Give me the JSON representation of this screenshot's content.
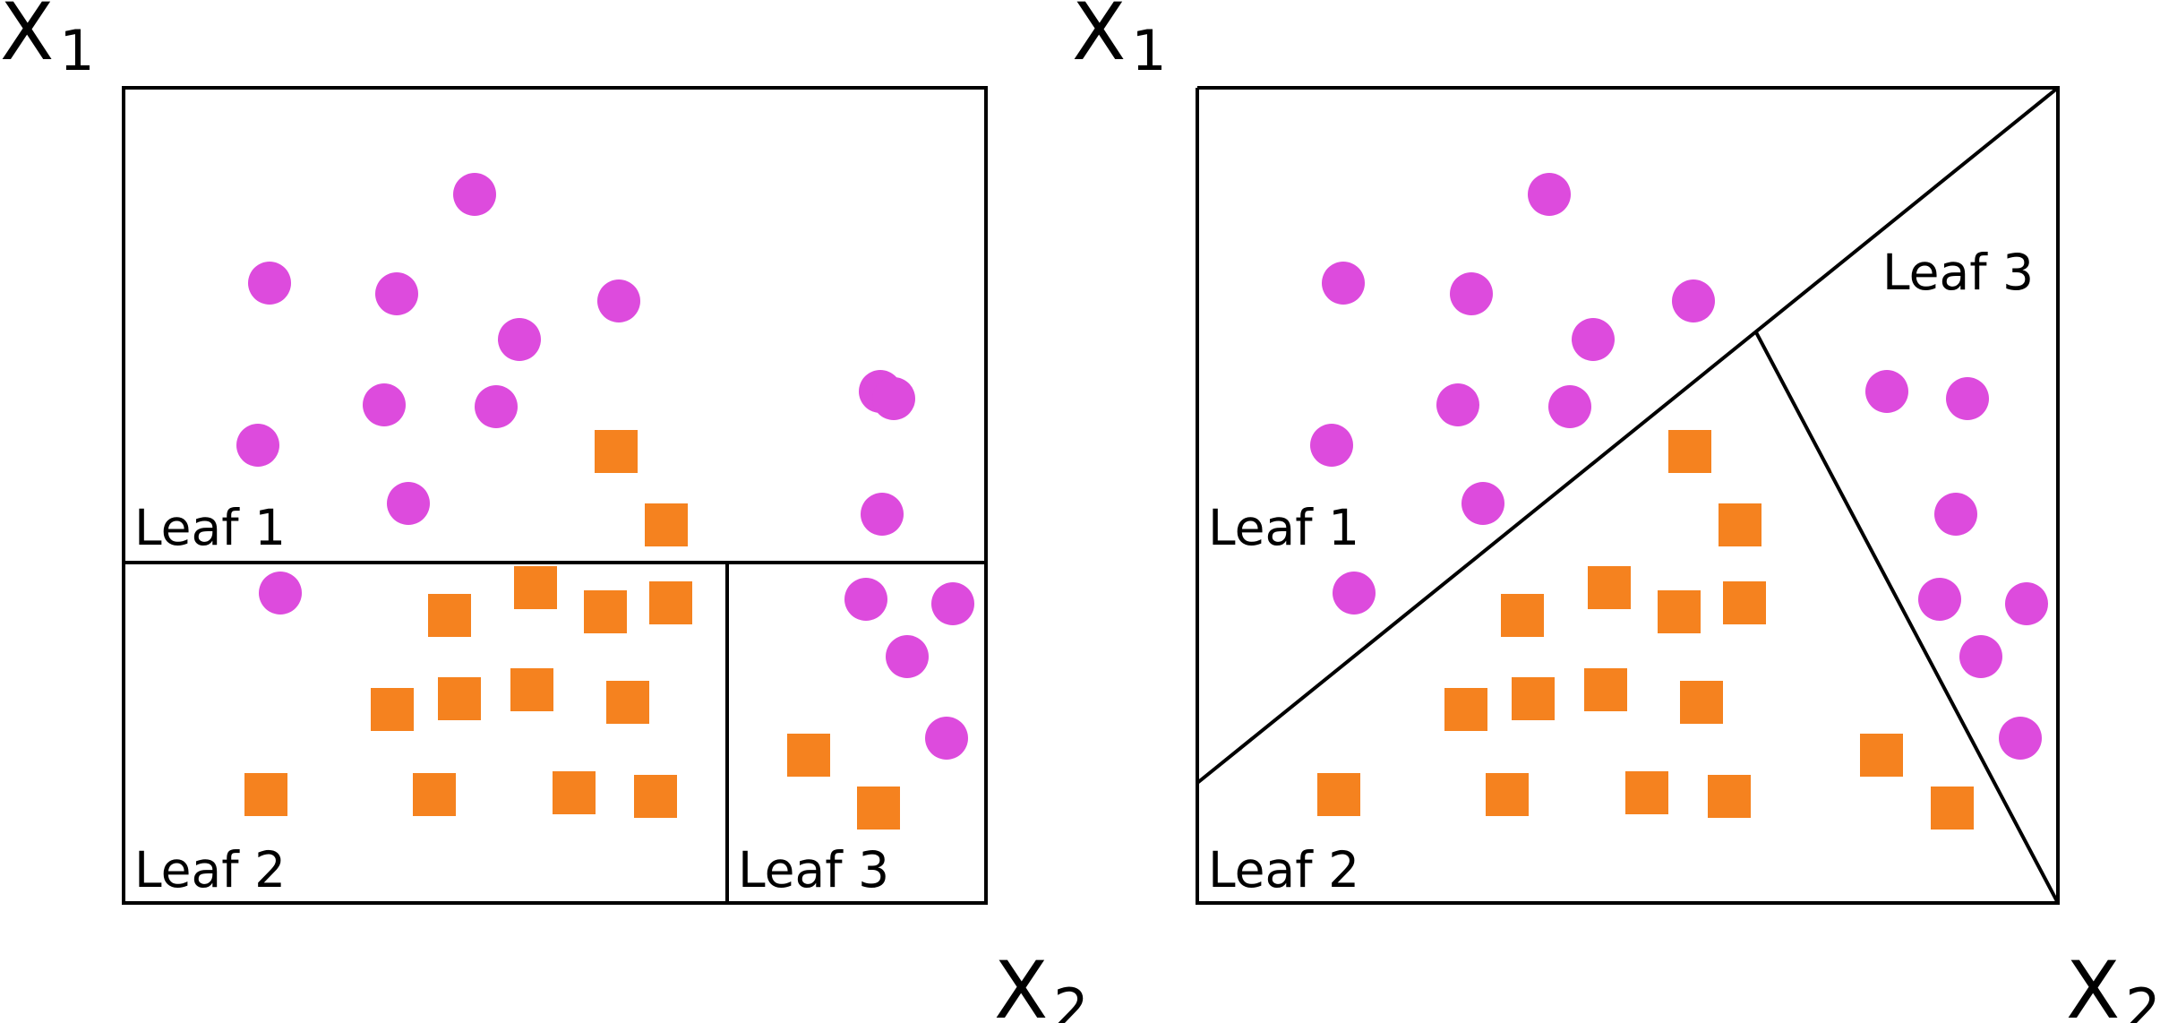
{
  "colors": {
    "circle": "#dd4bdd",
    "square": "#f5821f",
    "line": "#000000"
  },
  "axis": {
    "vertical_main": "X",
    "vertical_sub": "1",
    "horizontal_main": "X",
    "horizontal_sub": "2"
  },
  "panels": [
    {
      "leaves": {
        "leaf1": "Leaf 1",
        "leaf2": "Leaf 2",
        "leaf3": "Leaf 3"
      }
    },
    {
      "leaves": {
        "leaf1": "Leaf 1",
        "leaf2": "Leaf 2",
        "leaf3": "Leaf 3"
      }
    }
  ]
}
